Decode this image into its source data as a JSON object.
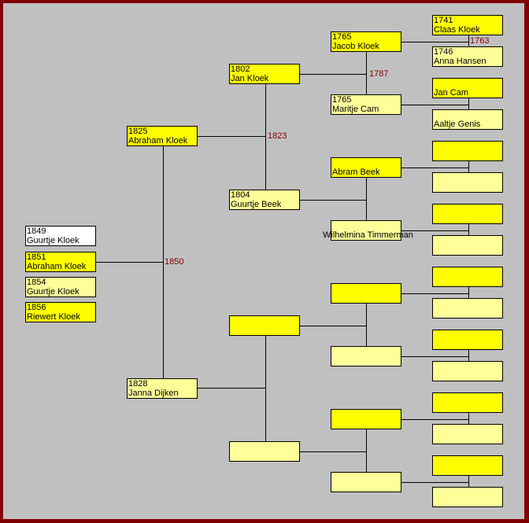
{
  "colors": {
    "yellow": "#ffff00",
    "light": "#ffff99",
    "white": "#ffffff",
    "marriage": "#800000",
    "border": "#800000",
    "background": "#c0c0c0"
  },
  "children": [
    {
      "year": "1849",
      "name": "Guurtje Kloek",
      "fill": "white"
    },
    {
      "year": "1851",
      "name": "Abraham Kloek",
      "fill": "yellow"
    },
    {
      "year": "1854",
      "name": "Guurtje Kloek",
      "fill": "light"
    },
    {
      "year": "1856",
      "name": "Riewert Kloek",
      "fill": "yellow"
    }
  ],
  "parents": [
    {
      "year": "1825",
      "name": "Abraham Kloek",
      "fill": "yellow"
    },
    {
      "year": "1828",
      "name": "Janna Dijken",
      "fill": "light"
    }
  ],
  "grandparents": [
    {
      "year": "1802",
      "name": "Jan Kloek",
      "fill": "yellow"
    },
    {
      "year": "1804",
      "name": "Guurtje Beek",
      "fill": "light"
    },
    {
      "year": "",
      "name": "",
      "fill": "yellow"
    },
    {
      "year": "",
      "name": "",
      "fill": "light"
    }
  ],
  "great_grandparents": [
    {
      "year": "1765",
      "name": "Jacob Kloek",
      "fill": "yellow"
    },
    {
      "year": "1765",
      "name": "Maritje Cam",
      "fill": "light"
    },
    {
      "year": "",
      "name": "Abram Beek",
      "fill": "yellow"
    },
    {
      "year": "",
      "name": "Wilhelmina Timmerman",
      "fill": "light"
    },
    {
      "year": "",
      "name": "",
      "fill": "yellow"
    },
    {
      "year": "",
      "name": "",
      "fill": "light"
    },
    {
      "year": "",
      "name": "",
      "fill": "yellow"
    },
    {
      "year": "",
      "name": "",
      "fill": "light"
    }
  ],
  "gg_grandparents": [
    {
      "year": "1741",
      "name": "Claas Kloek",
      "fill": "yellow"
    },
    {
      "year": "1746",
      "name": "Anna Hansen",
      "fill": "light"
    },
    {
      "year": "",
      "name": "Jan Cam",
      "fill": "yellow"
    },
    {
      "year": "",
      "name": "Aaltje Genis",
      "fill": "light"
    },
    {
      "year": "",
      "name": "",
      "fill": "yellow"
    },
    {
      "year": "",
      "name": "",
      "fill": "light"
    },
    {
      "year": "",
      "name": "",
      "fill": "yellow"
    },
    {
      "year": "",
      "name": "",
      "fill": "light"
    },
    {
      "year": "",
      "name": "",
      "fill": "yellow"
    },
    {
      "year": "",
      "name": "",
      "fill": "light"
    },
    {
      "year": "",
      "name": "",
      "fill": "yellow"
    },
    {
      "year": "",
      "name": "",
      "fill": "light"
    },
    {
      "year": "",
      "name": "",
      "fill": "yellow"
    },
    {
      "year": "",
      "name": "",
      "fill": "light"
    },
    {
      "year": "",
      "name": "",
      "fill": "yellow"
    },
    {
      "year": "",
      "name": "",
      "fill": "light"
    }
  ],
  "marriages": {
    "parents": "1850",
    "grandparents_paternal": "1823",
    "great_grandparents_kloek": "1787",
    "gg_grandparents_kloek": "1763"
  }
}
